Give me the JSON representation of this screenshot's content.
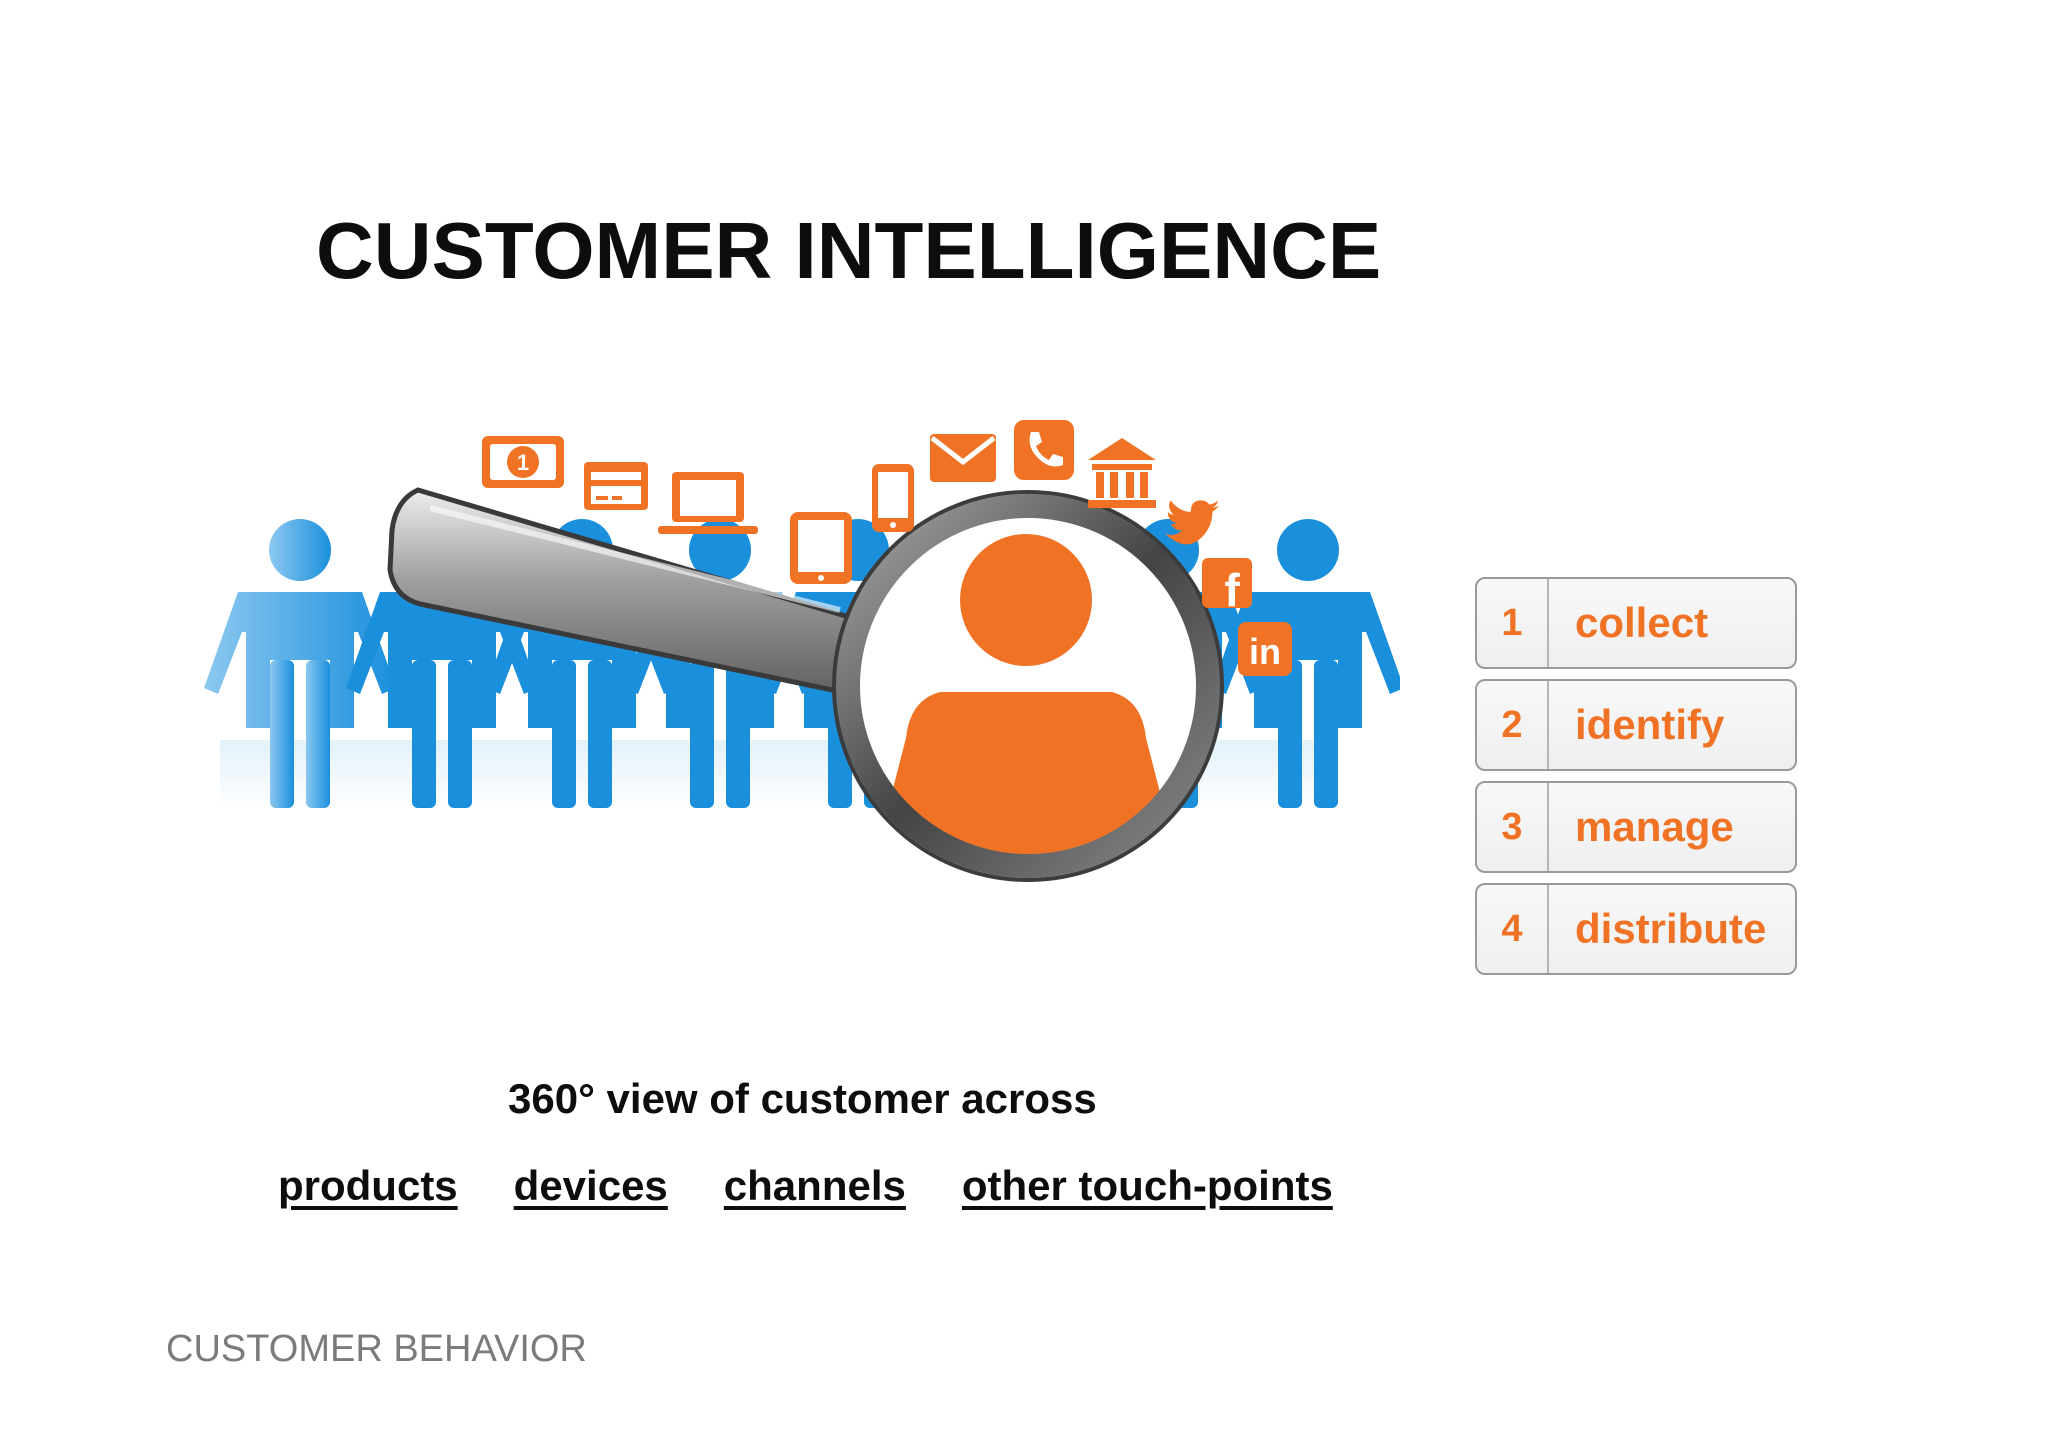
{
  "slide": {
    "title": "CUSTOMER INTELLIGENCE",
    "subtitle": "360° view of customer across",
    "touchpoints": [
      "products",
      "devices",
      "channels",
      "other touch-points"
    ],
    "footer": "CUSTOMER BEHAVIOR"
  },
  "steps": [
    {
      "num": "1",
      "label": "collect"
    },
    {
      "num": "2",
      "label": "identify"
    },
    {
      "num": "3",
      "label": "manage"
    },
    {
      "num": "4",
      "label": "distribute"
    }
  ],
  "illustration": {
    "icons": [
      "cash-icon",
      "credit-card-icon",
      "laptop-icon",
      "tablet-icon",
      "phone-icon",
      "email-icon",
      "call-icon",
      "bank-icon",
      "twitter-icon",
      "facebook-icon",
      "linkedin-icon"
    ],
    "icon_letters": {
      "cash": "1",
      "facebook": "f",
      "linkedin": "in"
    }
  },
  "colors": {
    "accent": "#f07325",
    "people_blue": "#1a8fdc",
    "text": "#0d0d0d",
    "footer": "#7b7b7b"
  }
}
